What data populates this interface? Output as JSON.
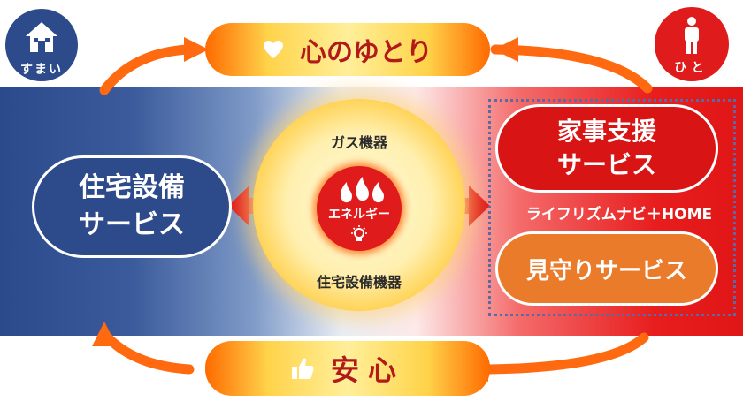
{
  "badges": {
    "house": {
      "label": "すまい",
      "icon": "house-icon",
      "color": "#2d4a8a"
    },
    "person": {
      "label": "ひと",
      "icon": "person-icon",
      "color": "#e01b1b"
    }
  },
  "top": {
    "text": "心のゆとり",
    "icon": "heart-icon"
  },
  "bottom": {
    "text": "安心",
    "icon": "thumbs-up-icon"
  },
  "left_service": {
    "line1": "住宅設備",
    "line2": "サービス"
  },
  "center": {
    "top_label": "ガス機器",
    "core_label": "エネルギー",
    "bottom_label": "住宅設備機器",
    "icons": [
      "flame-icon",
      "lightbulb-icon"
    ]
  },
  "right": {
    "housework": {
      "line1": "家事支援",
      "line2": "サービス"
    },
    "brand": "ライフリズムナビ＋HOME",
    "watch": "見守りサービス"
  },
  "colors": {
    "navy": "#2d4a8a",
    "red": "#e01b1b",
    "orange": "#ea7b2a",
    "accent_text": "#b21a1a"
  }
}
